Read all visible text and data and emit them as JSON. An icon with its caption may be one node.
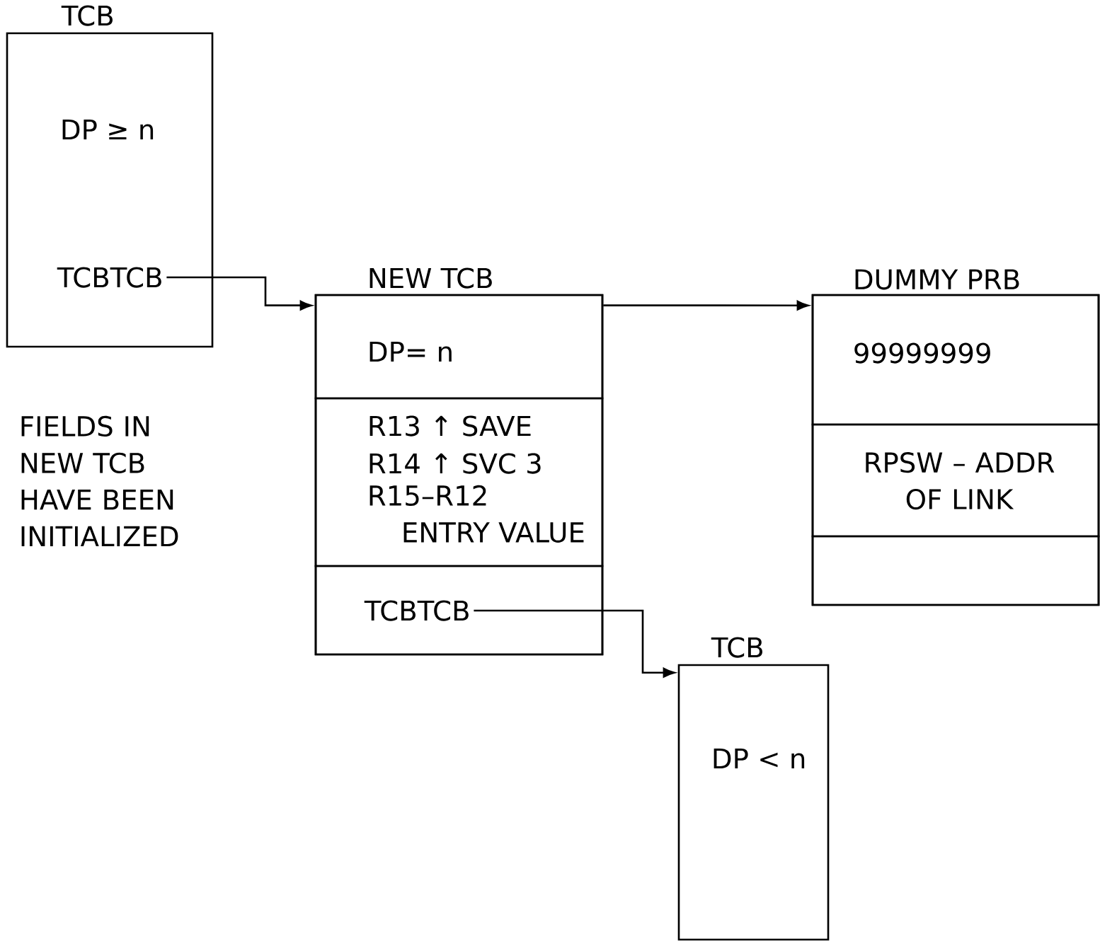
{
  "diagram": {
    "nodes": [
      {
        "text": [
          "TCB",
          "DP ≥ n"
        ]
      },
      {
        "text": [
          "TCBTCB"
        ],
        "in": 0
      },
      {
        "text": [
          "NEW TCB"
        ]
      },
      {
        "text": [
          "DP= n"
        ],
        "in": 2
      },
      {
        "text": [
          "R13 ↑ SAVE",
          "R14 ↑ SVC 3",
          "R15–R12 ENTRY VALUE"
        ],
        "in": 2
      },
      {
        "text": [
          "TCBTCB"
        ],
        "in": 2
      },
      {
        "text": [
          "DUMMY PRB"
        ]
      },
      {
        "text": [
          "99999999"
        ],
        "in": 6
      },
      {
        "text": [
          "RPSW – ADDR OF LINK"
        ],
        "in": 6
      },
      {
        "text": [],
        "shape": "box",
        "in": 6
      },
      {
        "text": [
          "TCB",
          "DP < n"
        ]
      }
    ],
    "edges": [
      {
        "from": 1,
        "to": 2,
        "arrow": "to"
      },
      {
        "from": 2,
        "to": 6,
        "arrow": "to"
      },
      {
        "from": 5,
        "to": 10,
        "arrow": "to"
      }
    ],
    "labels": [
      "FIELDS IN NEW TCB HAVE BEEN INITIALIZED"
    ]
  }
}
